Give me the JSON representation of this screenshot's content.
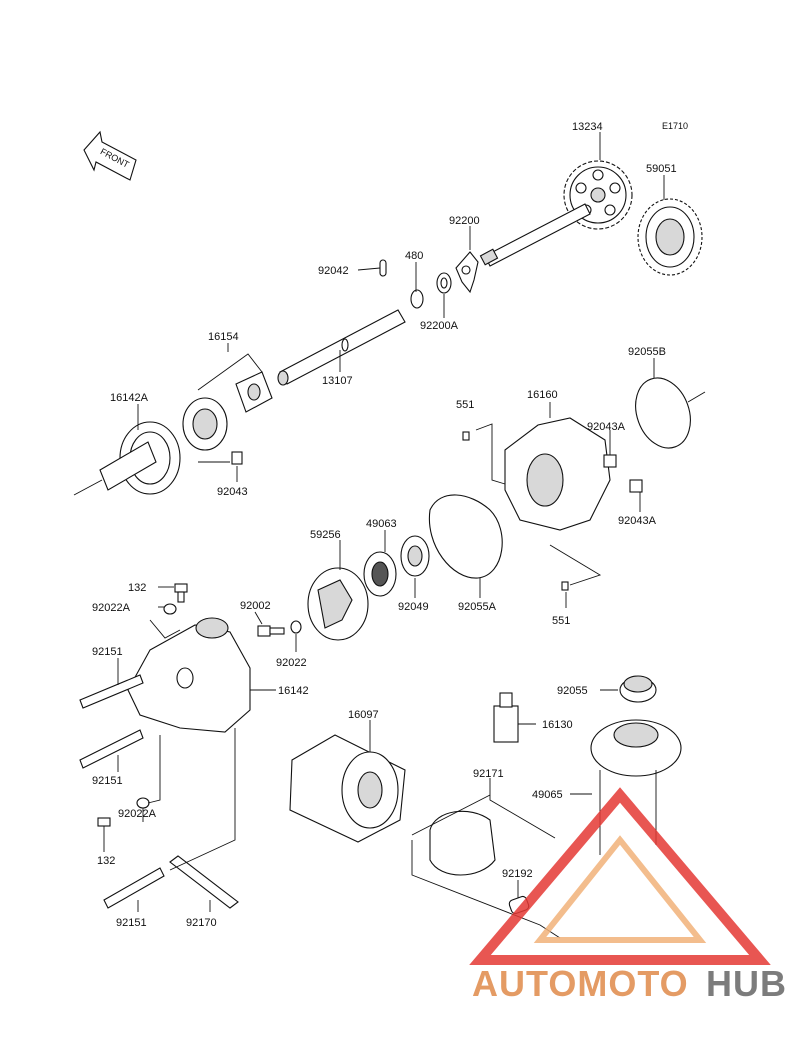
{
  "diagram_code": "E1710",
  "front_label": "FRONT",
  "watermark": {
    "part1": "AUTOMOTO",
    "part2": "HUB",
    "color_primary": "#f2b27a",
    "color_secondary": "#e08a4a",
    "color_triangle": "#e53935",
    "color_hub": "#666666"
  },
  "parts": {
    "p13234": "13234",
    "p59051": "59051",
    "p92200": "92200",
    "p92042": "92042",
    "p480": "480",
    "p92200A": "92200A",
    "p16154": "16154",
    "p13107": "13107",
    "p16142A": "16142A",
    "p92043": "92043",
    "p92055B": "92055B",
    "p551a": "551",
    "p16160": "16160",
    "p92043Aa": "92043A",
    "p92043Ab": "92043A",
    "p59256": "59256",
    "p49063": "49063",
    "p92049": "92049",
    "p92055A": "92055A",
    "p551b": "551",
    "p132a": "132",
    "p92022Aa": "92022A",
    "p92002": "92002",
    "p92022": "92022",
    "p92151a": "92151",
    "p16142": "16142",
    "p92151b": "92151",
    "p92022Ab": "92022A",
    "p132b": "132",
    "p92151c": "92151",
    "p92170": "92170",
    "p16097": "16097",
    "p92171": "92171",
    "p92192": "92192",
    "p92055": "92055",
    "p16130": "16130",
    "p49065": "49065"
  }
}
